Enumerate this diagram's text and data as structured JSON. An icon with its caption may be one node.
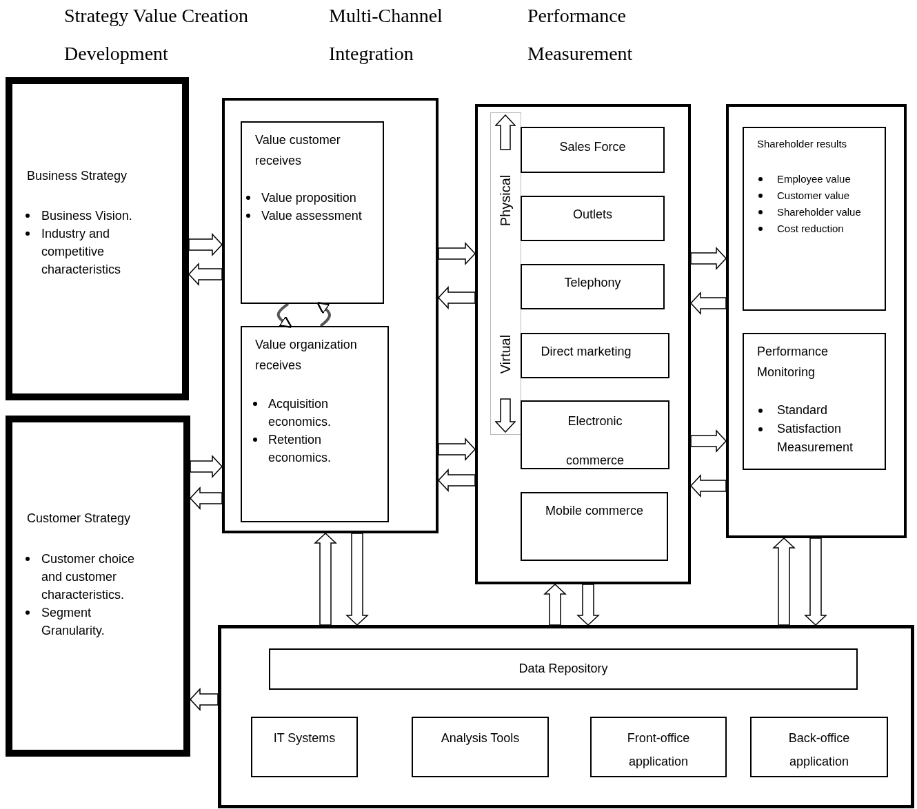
{
  "diagram": {
    "nodes": [
      {
        "text": [
          "Business Strategy",
          "Business Vision.",
          "Industry and competitive characteristics"
        ]
      },
      {
        "text": [
          "Customer Strategy",
          "Customer choice and customer characteristics.",
          "Segment Granularity."
        ]
      },
      {
        "text": [],
        "shape": "box"
      },
      {
        "text": [
          "Value customer receives",
          "Value proposition",
          "Value assessment"
        ],
        "in": 2
      },
      {
        "text": [
          "Value organization receives",
          "Acquisition economics.",
          "Retention economics."
        ],
        "in": 2
      },
      {
        "text": [],
        "shape": "box"
      },
      {
        "text": [
          "Physical",
          "Virtual"
        ],
        "in": 5
      },
      {
        "text": [
          "Sales Force"
        ],
        "in": 5
      },
      {
        "text": [
          "Outlets"
        ],
        "in": 5
      },
      {
        "text": [
          "Telephony"
        ],
        "in": 5
      },
      {
        "text": [
          "Direct marketing"
        ],
        "in": 5
      },
      {
        "text": [
          "Electronic commerce"
        ],
        "in": 5
      },
      {
        "text": [
          "Mobile commerce"
        ],
        "in": 5
      },
      {
        "text": [],
        "shape": "box"
      },
      {
        "text": [
          "Shareholder results",
          "Employee value",
          "Customer value",
          "Shareholder value",
          "Cost reduction"
        ],
        "in": 13
      },
      {
        "text": [
          "Performance Monitoring",
          "Standard",
          "Satisfaction Measurement"
        ],
        "in": 13
      },
      {
        "text": [],
        "shape": "box"
      },
      {
        "text": [
          "Data Repository"
        ],
        "in": 16
      },
      {
        "text": [
          "IT Systems"
        ],
        "in": 16
      },
      {
        "text": [
          "Analysis Tools"
        ],
        "in": 16
      },
      {
        "text": [
          "Front-office application"
        ],
        "in": 16
      },
      {
        "text": [
          "Back-office application"
        ],
        "in": 16
      }
    ],
    "edges": [
      {
        "from": 0,
        "to": 2,
        "arrow": "to"
      },
      {
        "from": 2,
        "to": 0,
        "arrow": "to"
      },
      {
        "from": 1,
        "to": 2,
        "arrow": "to"
      },
      {
        "from": 2,
        "to": 1,
        "arrow": "to"
      },
      {
        "from": 3,
        "to": 4,
        "arrow": "to"
      },
      {
        "from": 4,
        "to": 3,
        "arrow": "to"
      },
      {
        "from": 2,
        "to": 5,
        "arrow": "to"
      },
      {
        "from": 5,
        "to": 2,
        "arrow": "to"
      },
      {
        "from": 2,
        "to": 5,
        "arrow": "to"
      },
      {
        "from": 5,
        "to": 2,
        "arrow": "to"
      },
      {
        "from": 5,
        "to": 13,
        "arrow": "to"
      },
      {
        "from": 13,
        "to": 5,
        "arrow": "to"
      },
      {
        "from": 5,
        "to": 13,
        "arrow": "to"
      },
      {
        "from": 13,
        "to": 5,
        "arrow": "to"
      },
      {
        "from": 16,
        "to": 2,
        "arrow": "to"
      },
      {
        "from": 2,
        "to": 16,
        "arrow": "to"
      },
      {
        "from": 16,
        "to": 5,
        "arrow": "to"
      },
      {
        "from": 5,
        "to": 16,
        "arrow": "to"
      },
      {
        "from": 16,
        "to": 13,
        "arrow": "to"
      },
      {
        "from": 13,
        "to": 16,
        "arrow": "to"
      },
      {
        "from": 16,
        "to": 1,
        "arrow": "to"
      }
    ],
    "labels": [
      "Strategy Value Creation Development",
      "Multi-Channel Integration",
      "Performance Measurement"
    ]
  }
}
